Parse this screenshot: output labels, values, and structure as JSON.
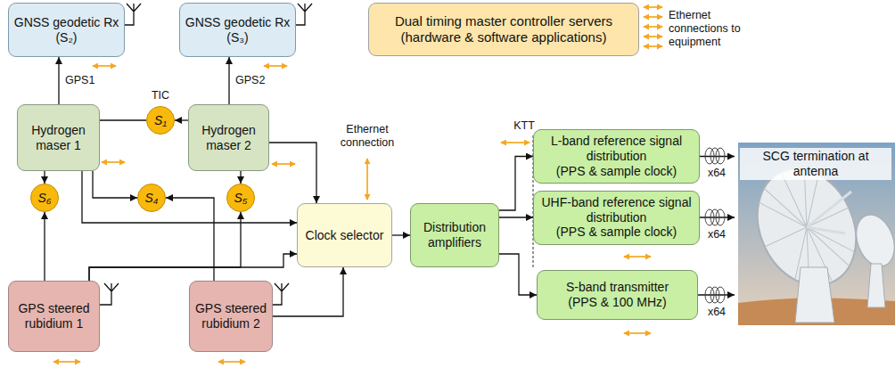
{
  "diagram": {
    "nodes": [
      {
        "text": [
          "GNSS geodetic Rx (S₂)"
        ]
      },
      {
        "text": [
          "GNSS geodetic Rx (S₃)"
        ]
      },
      {
        "text": [
          "Dual timing master controller servers",
          "(hardware & software applications)"
        ]
      },
      {
        "text": [
          "Hydrogen maser 1"
        ]
      },
      {
        "text": [
          "S₁"
        ]
      },
      {
        "text": [
          "Hydrogen maser 2"
        ]
      },
      {
        "text": [
          "S₆"
        ]
      },
      {
        "text": [
          "S₄"
        ]
      },
      {
        "text": [
          "S₅"
        ]
      },
      {
        "text": [
          "Clock selector"
        ]
      },
      {
        "text": [
          "Distribution amplifiers"
        ]
      },
      {
        "text": [
          "L-band reference signal distribution",
          "(PPS & sample clock)"
        ]
      },
      {
        "text": [
          "UHF-band reference signal distribution",
          "(PPS & sample clock)"
        ]
      },
      {
        "text": [
          "S-band transmitter",
          "(PPS & 100 MHz)"
        ]
      },
      {
        "text": [
          "GPS steered rubidium 1"
        ]
      },
      {
        "text": [
          "GPS steered rubidium 2"
        ]
      },
      {
        "text": [
          "SCG termination at antenna"
        ]
      }
    ],
    "edges": [
      {
        "from": 3,
        "to": 0,
        "label": "GPS1",
        "arrow": "to"
      },
      {
        "from": 5,
        "to": 1,
        "label": "GPS2",
        "arrow": "to"
      },
      {
        "from": 3,
        "to": 4,
        "arrow": "none"
      },
      {
        "from": 5,
        "to": 4,
        "arrow": "to"
      },
      {
        "from": 3,
        "to": 6,
        "arrow": "to"
      },
      {
        "from": 14,
        "to": 6,
        "arrow": "to"
      },
      {
        "from": 3,
        "to": 7,
        "arrow": "to"
      },
      {
        "from": 15,
        "to": 7,
        "arrow": "to"
      },
      {
        "from": 5,
        "to": 8,
        "arrow": "to"
      },
      {
        "from": 14,
        "to": 8,
        "arrow": "to"
      },
      {
        "from": 3,
        "to": 9,
        "arrow": "to"
      },
      {
        "from": 5,
        "to": 9,
        "arrow": "to"
      },
      {
        "from": 14,
        "to": 9,
        "arrow": "to"
      },
      {
        "from": 15,
        "to": 9,
        "arrow": "to"
      },
      {
        "from": 9,
        "to": 10,
        "arrow": "to"
      },
      {
        "from": 10,
        "to": 11,
        "arrow": "to"
      },
      {
        "from": 10,
        "to": 12,
        "arrow": "to"
      },
      {
        "from": 10,
        "to": 13,
        "arrow": "to"
      },
      {
        "from": 11,
        "to": 16,
        "arrow": "to"
      },
      {
        "from": 12,
        "to": 16,
        "arrow": "to"
      },
      {
        "from": 13,
        "to": 16,
        "arrow": "to"
      }
    ],
    "labels": [
      "TIC",
      "Ethernet connection",
      "Ethernet connections to equipment",
      "KTT",
      "x64",
      "x64",
      "x64"
    ]
  }
}
